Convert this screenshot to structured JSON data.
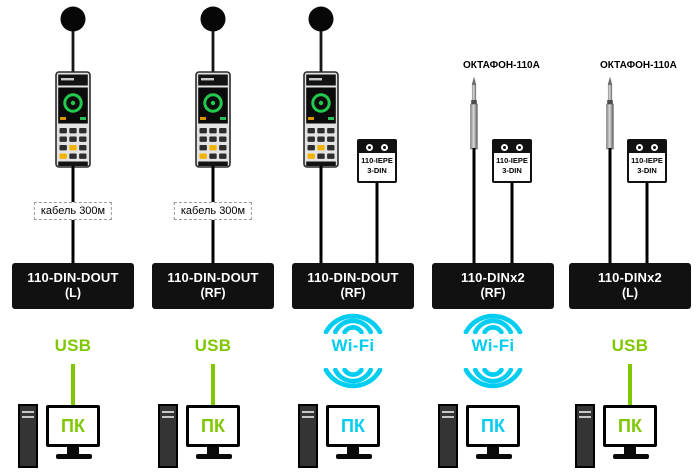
{
  "colors": {
    "usb": "#7fc800",
    "wifi": "#00cdf0",
    "box": "#111111",
    "line": "#000000"
  },
  "columns": [
    {
      "device": "sound-level-meter",
      "cable_label": "кабель 300м",
      "box_line1": "110-DIN-DOUT",
      "box_line2": "(L)",
      "link": "USB",
      "pc": "ПК"
    },
    {
      "device": "sound-level-meter",
      "cable_label": "кабель 300м",
      "box_line1": "110-DIN-DOUT",
      "box_line2": "(RF)",
      "link": "USB",
      "pc": "ПК"
    },
    {
      "device": "sound-level-meter-plus-iepe",
      "iepe_line1": "110-IEPE",
      "iepe_line2": "3-DIN",
      "box_line1": "110-DIN-DOUT",
      "box_line2": "(RF)",
      "link": "Wi-Fi",
      "pc": "ПК"
    },
    {
      "device": "octafon-mic-plus-iepe",
      "mic_label": "ОКТАФОН-110А",
      "iepe_line1": "110-IEPE",
      "iepe_line2": "3-DIN",
      "box_line1": "110-DINx2",
      "box_line2": "(RF)",
      "link": "Wi-Fi",
      "pc": "ПК"
    },
    {
      "device": "octafon-mic-plus-iepe",
      "mic_label": "ОКТАФОН-110А",
      "iepe_line1": "110-IEPE",
      "iepe_line2": "3-DIN",
      "box_line1": "110-DINx2",
      "box_line2": "(L)",
      "link": "USB",
      "pc": "ПК"
    }
  ]
}
